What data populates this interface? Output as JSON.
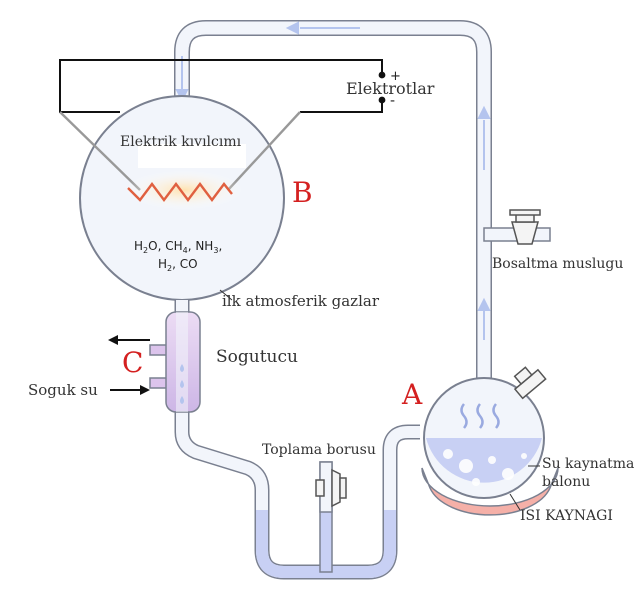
{
  "labels": {
    "electrodes": "Elektrotlar",
    "plus": "+",
    "minus": "-",
    "spark": "Elektrik kıvılcımı",
    "letter_b": "B",
    "gases_line1": [
      "H",
      "2",
      "O, CH",
      "4",
      ", NH",
      "3",
      ","
    ],
    "gases_line2": [
      "H",
      "2",
      ", CO"
    ],
    "atmosphere": "ilk atmosferik gazlar",
    "letter_c": "C",
    "condenser": "Sogutucu",
    "cold_water": "Soguk su",
    "drain_valve": "Bosaltma muslugu",
    "collection_tube": "Toplama borusu",
    "letter_a": "A",
    "boiling_flask_line1": "Su kaynatma",
    "boiling_flask_line2": "balonu",
    "heat_source": "ISI KAYNAGI"
  },
  "colors": {
    "letter": "#d42020",
    "tube_outline": "#7a8090",
    "tube_fill": "#f2f5fb",
    "liquid": "#c8d0f4",
    "flow_arrow": "#b4c4ee",
    "condenser": "#dcc4ec",
    "heat": "#f5b0a8",
    "spark_glow": "#ffd8a0",
    "spark_line": "#e06040",
    "wire": "#111111"
  }
}
